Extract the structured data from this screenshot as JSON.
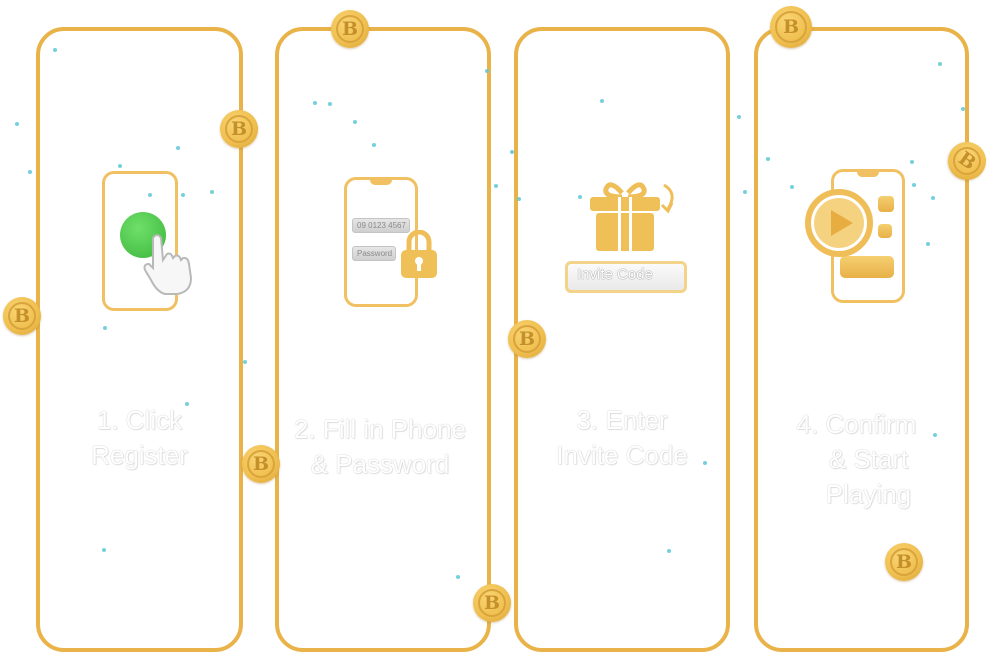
{
  "steps": [
    {
      "number": "1.",
      "line1": "1. Click",
      "line2": "Register",
      "icon": "phone-tap-register-icon"
    },
    {
      "number": "2.",
      "line1": "2. Fill in Phone",
      "line2": "& Password",
      "icon": "phone-lock-form-icon",
      "fields": {
        "phone_value": "09 0123 4567",
        "password_placeholder": "Password"
      }
    },
    {
      "number": "3.",
      "line1": "3. Enter",
      "line2": "Invite Code",
      "icon": "gift-invite-icon",
      "invite_input": {
        "placeholder": "Invite Code"
      }
    },
    {
      "number": "4.",
      "line1": "4. Confirm",
      "line2": "& Start",
      "line3": "Playing",
      "icon": "phone-play-icon"
    }
  ],
  "coin": {
    "glyph": "B",
    "icon": "coin-b-icon"
  },
  "colors": {
    "border_gold": "#e9b34a",
    "coin_gold": "#f0c050",
    "accent_green": "#4cc04a",
    "dot_teal": "#5cc8d6",
    "text": "#ffffff"
  }
}
